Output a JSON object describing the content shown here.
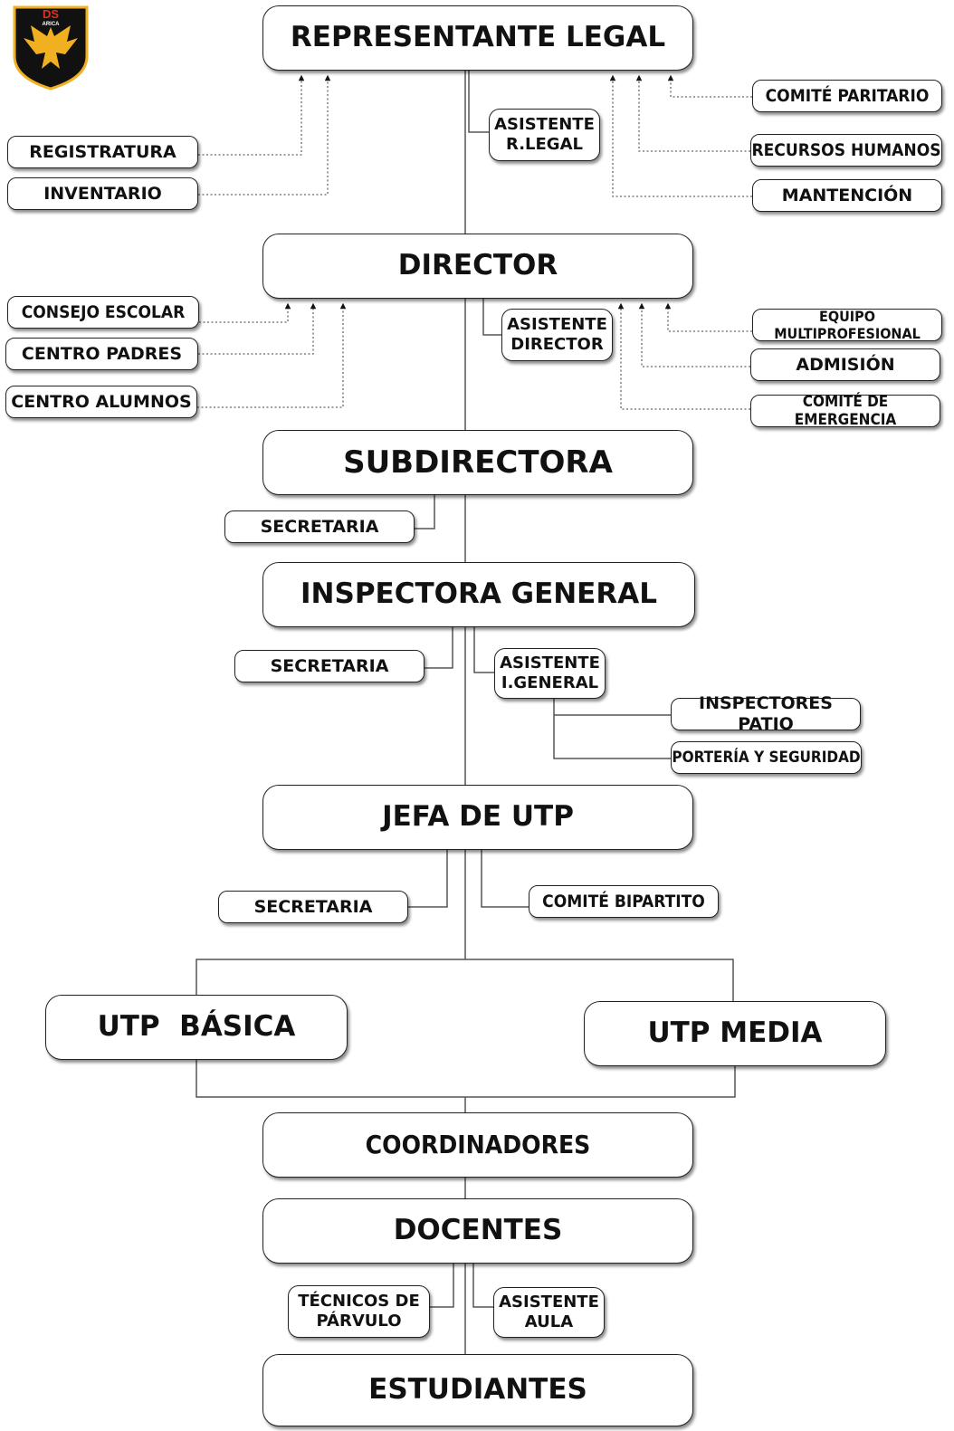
{
  "logo": {
    "line1": "DS",
    "line2": "ARICA",
    "shield_color": "#111111",
    "accent_color": "#f0b020",
    "text_color": "#e03020"
  },
  "levels": {
    "representante": "REPRESENTANTE LEGAL",
    "director": "DIRECTOR",
    "subdirectora": "SUBDIRECTORA",
    "inspectora": "INSPECTORA GENERAL",
    "jefa_utp": "JEFA DE UTP",
    "utp_basica": "UTP  BÁSICA",
    "utp_media": "UTP MEDIA",
    "coordinadores": "COORDINADORES",
    "docentes": "DOCENTES",
    "estudiantes": "ESTUDIANTES"
  },
  "representante_side": {
    "left": [
      "REGISTRATURA",
      "INVENTARIO"
    ],
    "right": [
      "COMITÉ PARITARIO",
      "RECURSOS HUMANOS",
      "MANTENCIÓN"
    ],
    "asistente": [
      "ASISTENTE",
      "R.LEGAL"
    ]
  },
  "director_side": {
    "left": [
      "CONSEJO ESCOLAR",
      "CENTRO PADRES",
      "CENTRO ALUMNOS"
    ],
    "right": [
      "EQUIPO MULTIPROFESIONAL",
      "ADMISIÓN",
      "COMITÉ DE EMERGENCIA"
    ],
    "asistente": [
      "ASISTENTE",
      "DIRECTOR"
    ]
  },
  "subdirectora_side": {
    "secretaria": "SECRETARIA"
  },
  "inspectora_side": {
    "secretaria": "SECRETARIA",
    "asistente": [
      "ASISTENTE",
      "I.GENERAL"
    ],
    "inspectores": "INSPECTORES PATIO",
    "porteria": "PORTERÍA Y SEGURIDAD"
  },
  "utp_side": {
    "secretaria": "SECRETARIA",
    "comite": "COMITÉ BIPARTITO"
  },
  "docentes_side": {
    "tecnicos": [
      "TÉCNICOS DE",
      "PÁRVULO"
    ],
    "asistente": [
      "ASISTENTE",
      "AULA"
    ]
  }
}
